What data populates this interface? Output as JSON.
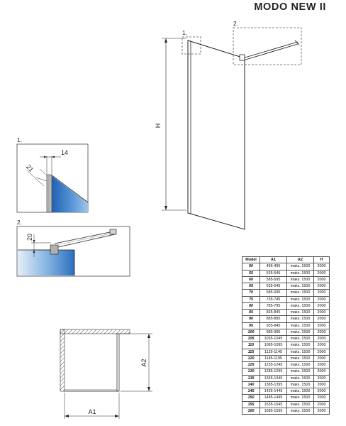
{
  "product": {
    "title": "MODO NEW  II"
  },
  "callouts": {
    "detail1": "1.",
    "detail2": "2."
  },
  "details": {
    "detail1": {
      "label": "1.",
      "dim_a": "14",
      "dim_b": "21"
    },
    "detail2": {
      "label": "2.",
      "dim_a": "20"
    }
  },
  "dimensions": {
    "height": "H",
    "width": "A1",
    "arm": "A2"
  },
  "spec_table": {
    "headers": [
      "Model",
      "A1",
      "A2",
      "H"
    ],
    "rows": [
      [
        "50",
        "485-495",
        "maks. 1500",
        "2000"
      ],
      [
        "55",
        "535-545",
        "maks. 1500",
        "2000"
      ],
      [
        "60",
        "585-595",
        "maks. 1500",
        "2000"
      ],
      [
        "65",
        "635-645",
        "maks. 1500",
        "2000"
      ],
      [
        "70",
        "685-695",
        "maks. 1500",
        "2000"
      ],
      [
        "75",
        "735-745",
        "maks. 1500",
        "2000"
      ],
      [
        "80",
        "785-795",
        "maks. 1500",
        "2000"
      ],
      [
        "85",
        "835-845",
        "maks. 1500",
        "2000"
      ],
      [
        "90",
        "885-895",
        "maks. 1500",
        "2000"
      ],
      [
        "95",
        "935-945",
        "maks. 1500",
        "2000"
      ],
      [
        "100",
        "985-995",
        "maks. 1500",
        "2000"
      ],
      [
        "105",
        "1035-1045",
        "maks. 1500",
        "2000"
      ],
      [
        "110",
        "1085-1095",
        "maks. 1500",
        "2000"
      ],
      [
        "115",
        "1135-1145",
        "maks. 1500",
        "2000"
      ],
      [
        "120",
        "1185-1195",
        "maks. 1500",
        "2000"
      ],
      [
        "125",
        "1235-1245",
        "maks. 1500",
        "2000"
      ],
      [
        "130",
        "1285-1295",
        "maks. 1500",
        "2000"
      ],
      [
        "135",
        "1335-1345",
        "maks. 1500",
        "2000"
      ],
      [
        "140",
        "1385-1395",
        "maks. 1500",
        "2000"
      ],
      [
        "145",
        "1435-1445",
        "maks. 1500",
        "2000"
      ],
      [
        "150",
        "1485-1495",
        "maks. 1500",
        "2000"
      ],
      [
        "155",
        "1535-1545",
        "maks. 1500",
        "2000"
      ],
      [
        "160",
        "1585-1595",
        "maks. 1500",
        "2000"
      ]
    ]
  },
  "colors": {
    "glass": "#3f7fc9",
    "glass_light": "#d6e6f5",
    "profile": "#9a9a9a",
    "line": "#222222"
  }
}
